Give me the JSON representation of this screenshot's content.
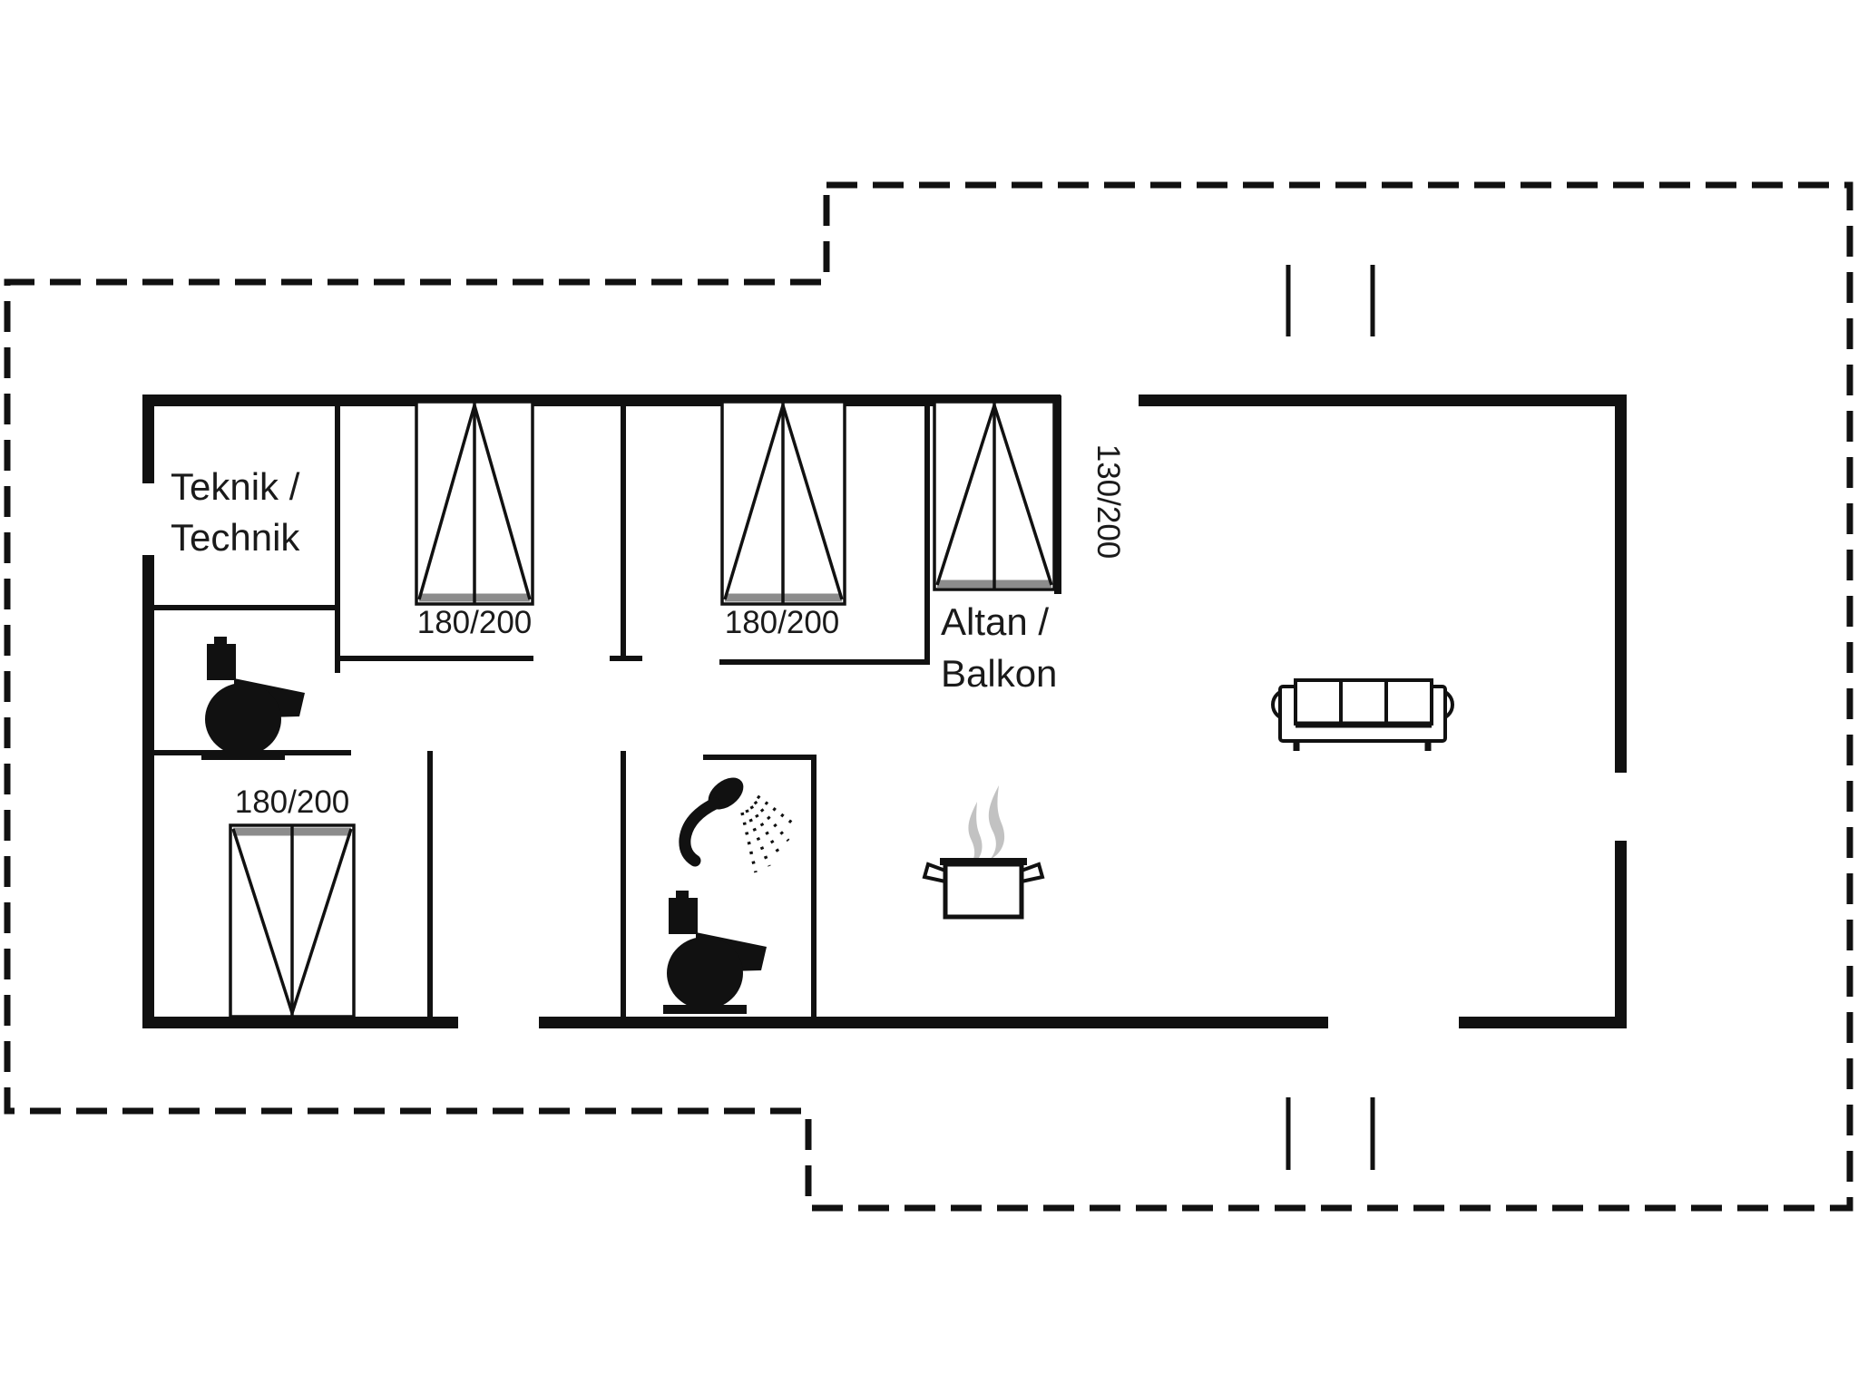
{
  "title": "Holiday house floor plan",
  "labels": {
    "technic_line1": "Teknik /",
    "technic_line2": "Technik",
    "balcony_line1": "Altan /",
    "balcony_line2": "Balkon"
  },
  "beds": [
    {
      "id": "bed-1",
      "label": "180/200"
    },
    {
      "id": "bed-2",
      "label": "180/200"
    },
    {
      "id": "bed-3",
      "label": "130/200",
      "rotated": true
    },
    {
      "id": "bed-4",
      "label": "180/200"
    }
  ],
  "icons": [
    "toilet-icon",
    "toilet-icon",
    "shower-icon",
    "cooking-pot-icon",
    "sofa-icon"
  ],
  "colors": {
    "wall": "#111111",
    "text": "#1a1a1a",
    "bed_accent": "#8c8c8c",
    "steam": "#c2c2c2",
    "background": "#ffffff"
  }
}
